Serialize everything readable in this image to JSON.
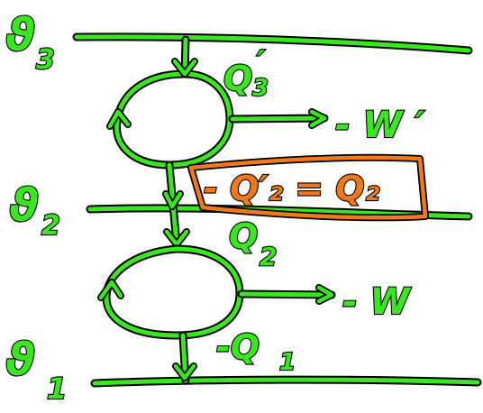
{
  "colors": {
    "ink": "#39e61f",
    "outline": "#000000",
    "highlight": "#f07a1a",
    "background": "#ffffff"
  },
  "levels": {
    "top": {
      "symbol": "ϑ",
      "sub": "3"
    },
    "middle": {
      "symbol": "ϑ",
      "sub": "2"
    },
    "bottom": {
      "symbol": "ϑ",
      "sub": "1"
    }
  },
  "upper_cycle": {
    "heat_in": {
      "main": "Q",
      "sub": "3",
      "prime": "′"
    },
    "work": "- W ′",
    "heat_out": "- Q′₂ = Q₂"
  },
  "lower_cycle": {
    "heat_in": {
      "main": "Q",
      "sub": "2"
    },
    "work": "- W",
    "heat_out": {
      "main": "-Q",
      "sub": "1"
    }
  }
}
